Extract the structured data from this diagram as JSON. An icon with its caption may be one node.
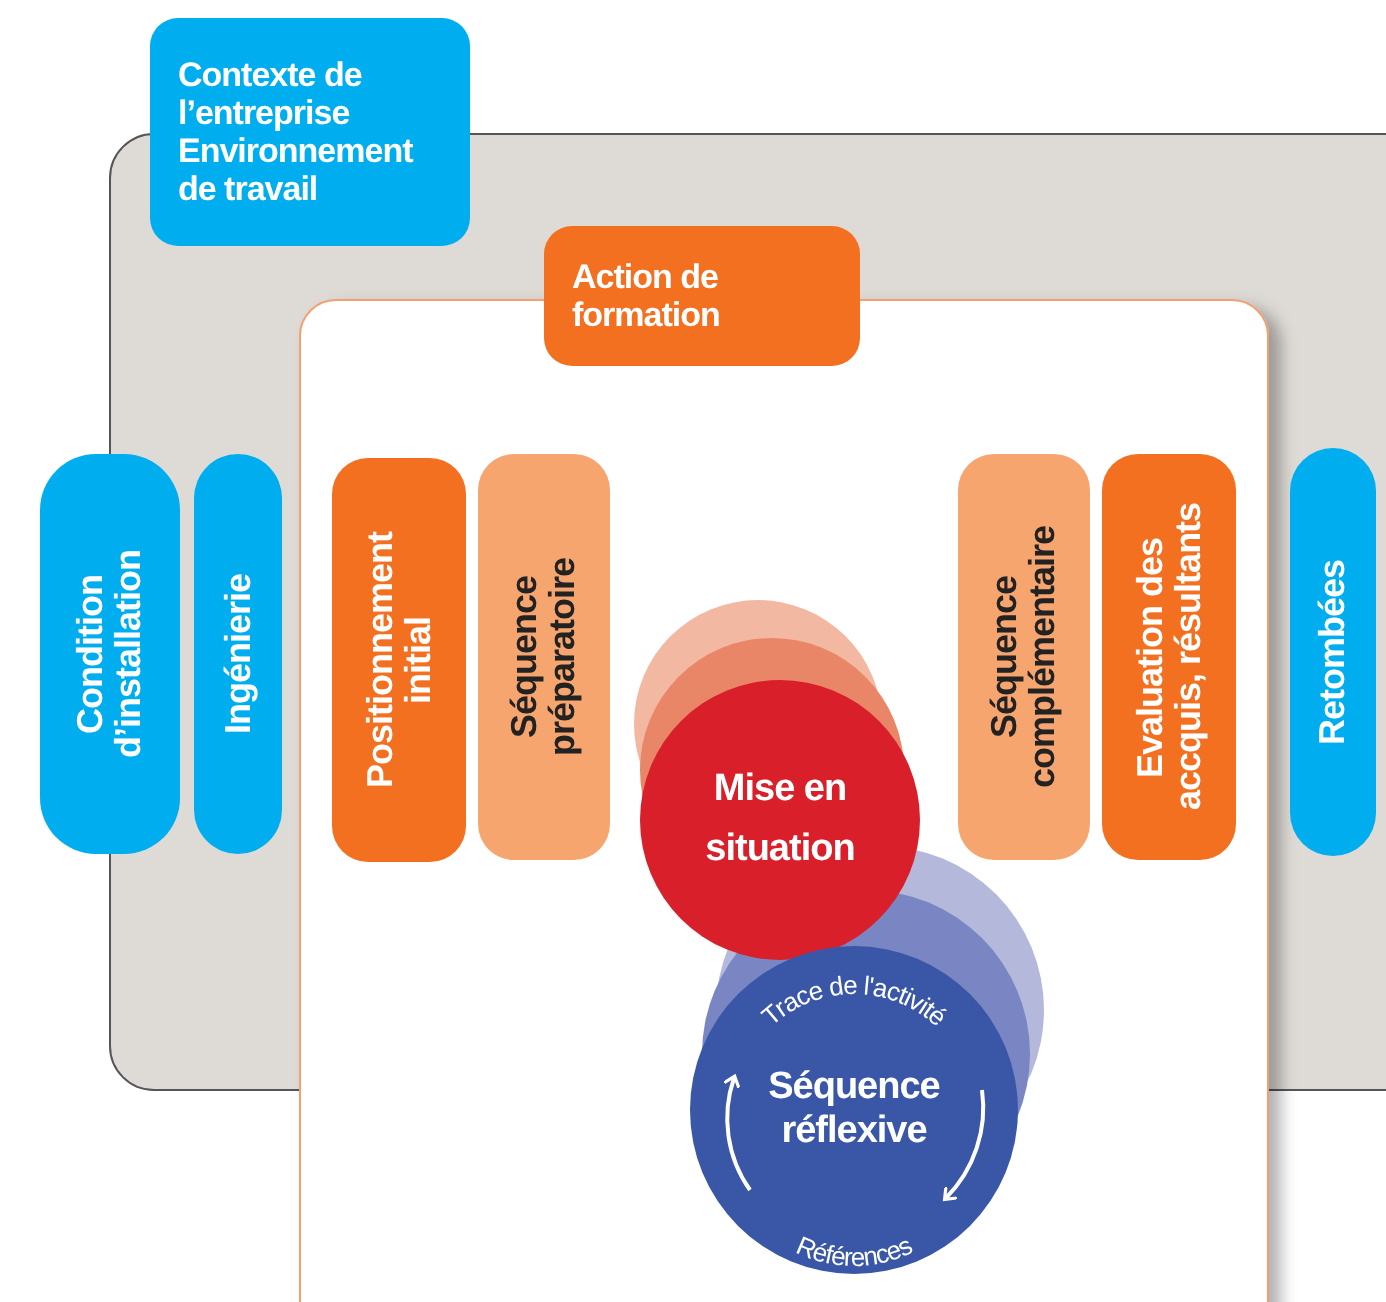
{
  "diagram": {
    "nodes": [
      {
        "text": [
          "Contexte de l’entreprise Environnement de travail"
        ]
      },
      {
        "text": [
          "Action de formation"
        ]
      },
      {
        "text": [
          "Condition d’installation"
        ]
      },
      {
        "text": [
          "Ingénierie"
        ]
      },
      {
        "text": [
          "Positionnement initial"
        ]
      },
      {
        "text": [
          "Séquence préparatoire"
        ]
      },
      {
        "text": [
          "Séquence complémentaire"
        ]
      },
      {
        "text": [
          "Evaluation des accquis, résultants"
        ]
      },
      {
        "text": [
          "Retombées"
        ]
      },
      {
        "text": [
          "Mise en situation"
        ]
      },
      {
        "text": [
          "Trace de l'activité",
          "Séquence réflexive",
          "Références"
        ]
      }
    ]
  }
}
